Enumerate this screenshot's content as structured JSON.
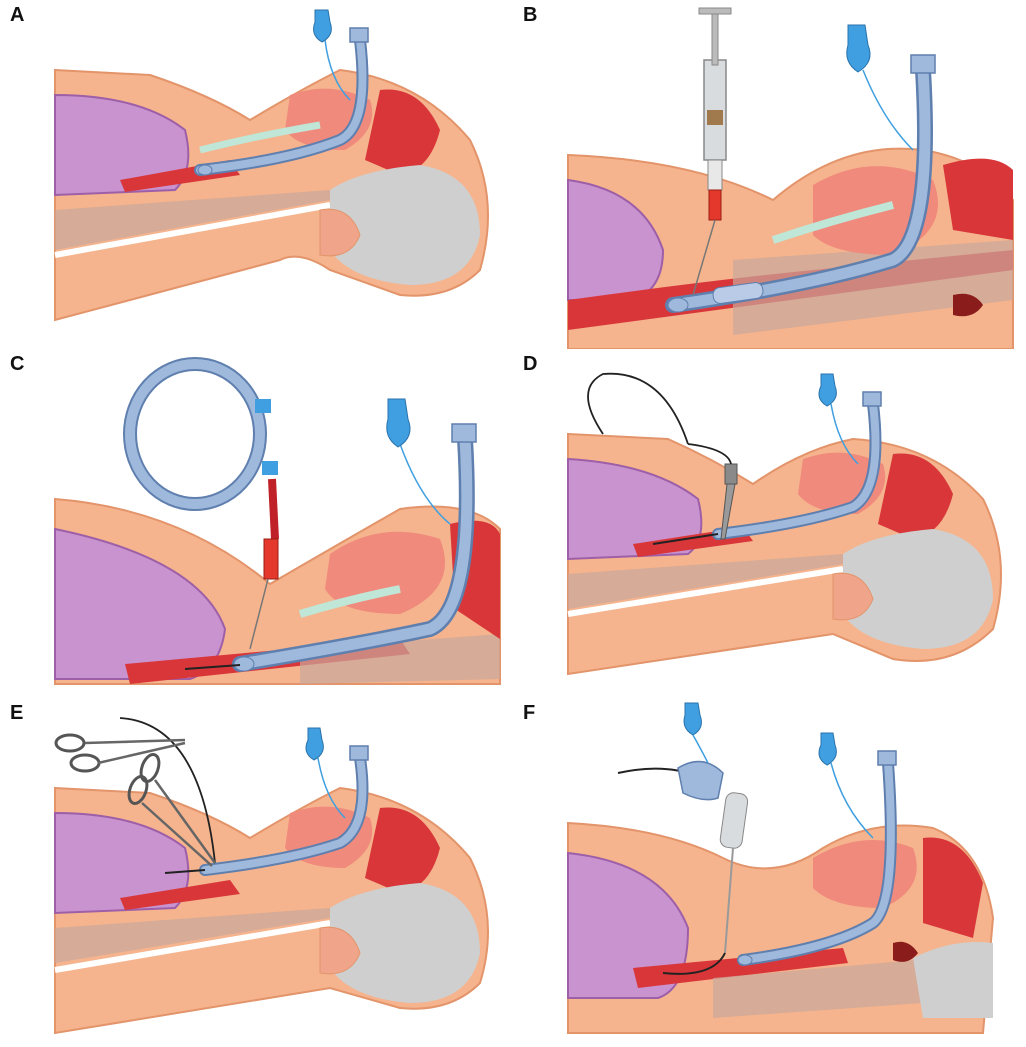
{
  "figure": {
    "panels": [
      {
        "letter": "A",
        "key": "a"
      },
      {
        "letter": "B",
        "key": "b"
      },
      {
        "letter": "C",
        "key": "c"
      },
      {
        "letter": "D",
        "key": "d"
      },
      {
        "letter": "E",
        "key": "e"
      },
      {
        "letter": "F",
        "key": "f"
      }
    ]
  },
  "palette": {
    "skin": "#f5b48d",
    "skin_outline": "#e3946a",
    "chest_purple": "#c993cf",
    "chest_outline": "#9d5fa8",
    "grey_tissue": "#cfcfcf",
    "spine_disc": "#c9a79b",
    "airway_red": "#d9363a",
    "tongue_pink": "#f08a7c",
    "mint": "#bfe6d6",
    "tube_blue": "#9fb9dc",
    "tube_outline": "#5f7fae",
    "pilot_blue": "#3f9fe0",
    "needle_red": "#e3382b",
    "wire_black": "#222222",
    "syringe_grey": "#d9dcdf"
  },
  "icons": {
    "endotracheal_tube": "endotracheal-tube-icon",
    "pilot_balloon": "pilot-balloon-icon",
    "syringe": "syringe-icon",
    "guidewire_coil": "guidewire-coil-icon",
    "dilator": "dilator-icon",
    "forceps": "forceps-icon",
    "tracheostomy_cannula": "tracheostomy-cannula-icon"
  }
}
